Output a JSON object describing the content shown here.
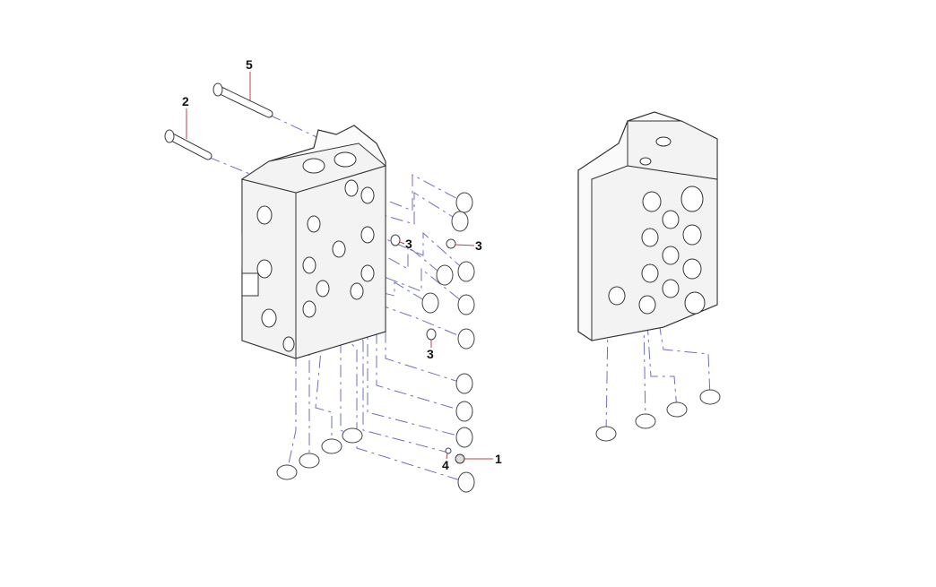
{
  "diagram": {
    "callouts": [
      {
        "id": "callout-5",
        "label": "5"
      },
      {
        "id": "callout-2",
        "label": "2"
      },
      {
        "id": "callout-3a",
        "label": "3"
      },
      {
        "id": "callout-3b",
        "label": "3"
      },
      {
        "id": "callout-3c",
        "label": "3"
      },
      {
        "id": "callout-4",
        "label": "4"
      },
      {
        "id": "callout-1",
        "label": "1"
      }
    ],
    "colors": {
      "line": "#6f6fc4",
      "leader": "#c0404a"
    }
  }
}
